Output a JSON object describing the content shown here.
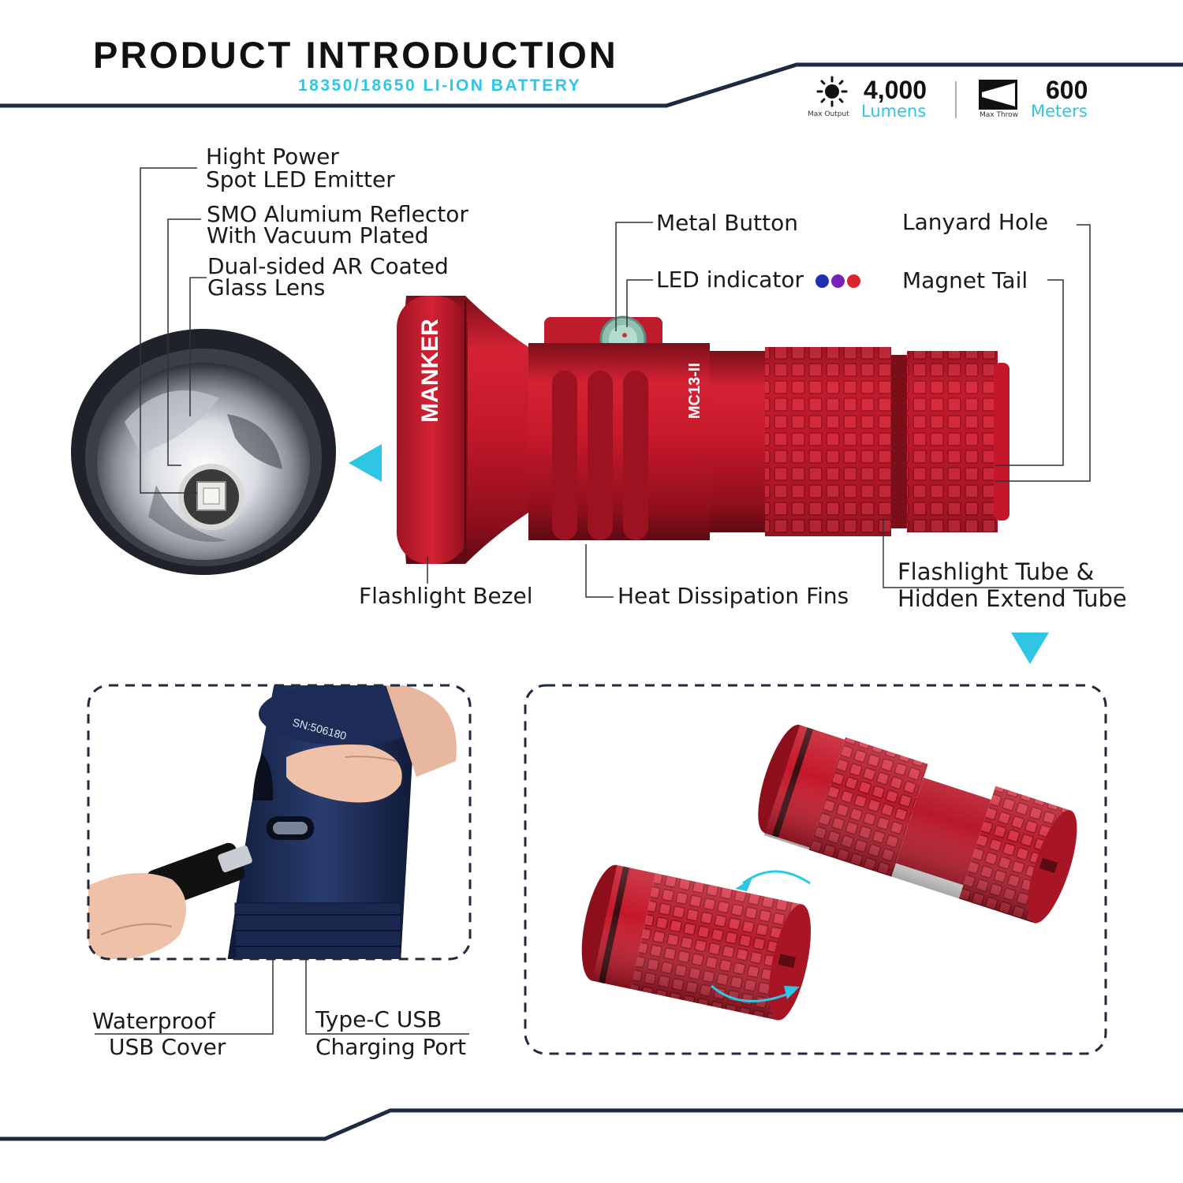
{
  "header": {
    "title": "PRODUCT  INTRODUCTION",
    "subtitle": "18350/18650 LI-ION BATTERY"
  },
  "specs": [
    {
      "value": "4,000",
      "unit": "Lumens",
      "caption": "Max Output",
      "icon": "sun-icon"
    },
    {
      "value": "600",
      "unit": "Meters",
      "caption": "Max Throw",
      "icon": "beam-icon"
    }
  ],
  "labels": {
    "emitter": [
      "Hight Power",
      "Spot LED Emitter"
    ],
    "reflector": [
      "SMO Alumium Reflector",
      "With Vacuum Plated"
    ],
    "lens": [
      "Dual-sided AR Coated",
      "Glass Lens"
    ],
    "metal_button": "Metal Button",
    "led_indicator": "LED indicator",
    "lanyard_hole": "Lanyard Hole",
    "magnet_tail": "Magnet Tail",
    "bezel": "Flashlight Bezel",
    "fins": "Heat Dissipation Fins",
    "tube": [
      "Flashlight Tube &",
      "Hidden Extend Tube"
    ],
    "usb_cover": [
      "Waterproof",
      "USB Cover"
    ],
    "usb_port": [
      "Type-C USB",
      "Charging Port"
    ]
  },
  "product": {
    "brand_mark": "MANKER",
    "model_mark": "MC13-II",
    "usb_sn_mark": "SN:506180"
  },
  "colors": {
    "accent": "#2fc6e6",
    "navy": "#1e2a40",
    "flashlight_red": "#c4182a",
    "indicator_dots": [
      "#1f2fb0",
      "#7a1fb8",
      "#e0202a"
    ]
  }
}
